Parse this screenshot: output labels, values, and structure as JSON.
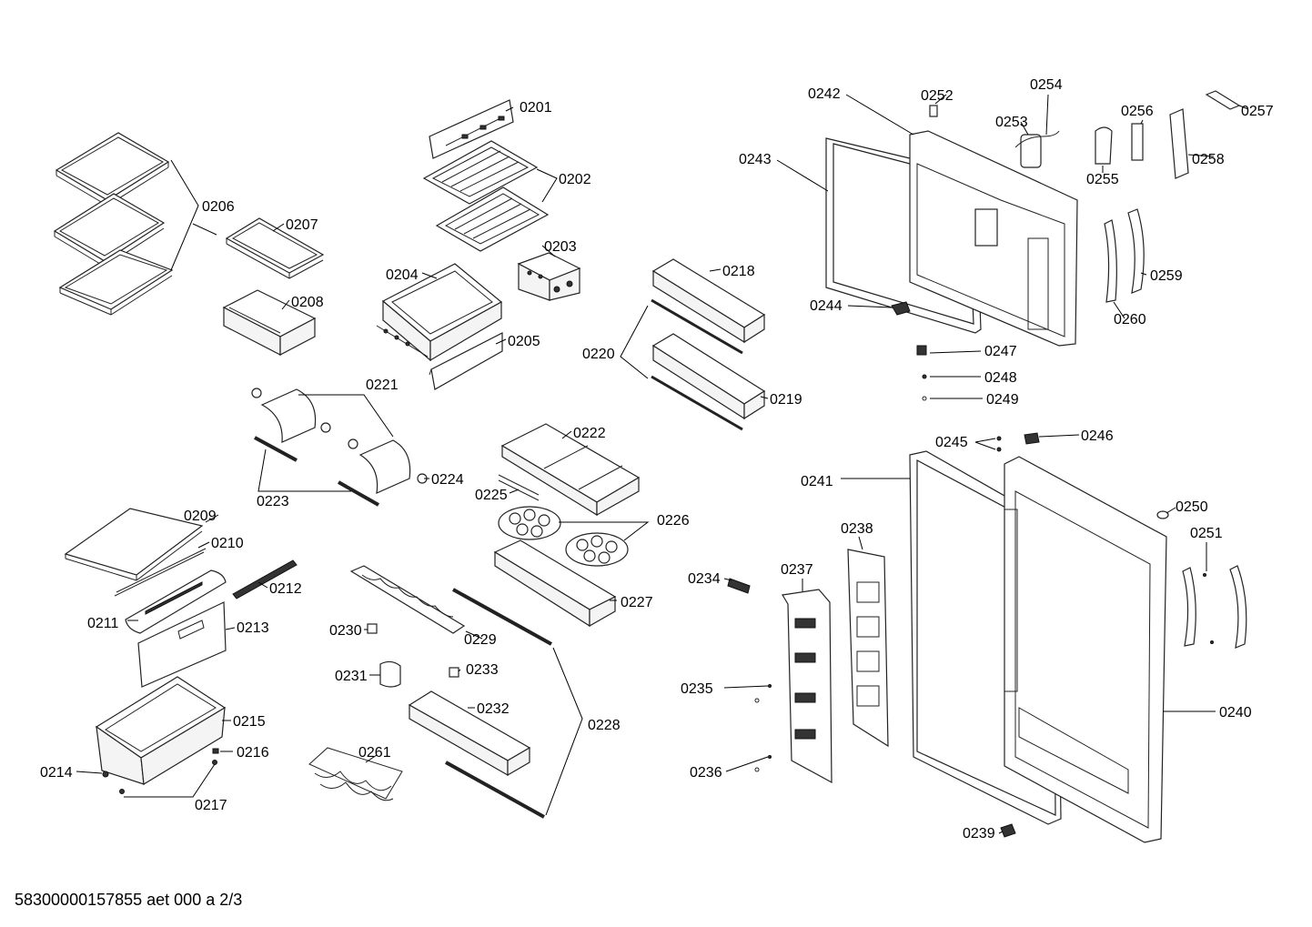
{
  "parts": [
    {
      "id": "0201",
      "label": "0201"
    },
    {
      "id": "0202",
      "label": "0202"
    },
    {
      "id": "0203",
      "label": "0203"
    },
    {
      "id": "0204",
      "label": "0204"
    },
    {
      "id": "0205",
      "label": "0205"
    },
    {
      "id": "0206",
      "label": "0206"
    },
    {
      "id": "0207",
      "label": "0207"
    },
    {
      "id": "0208",
      "label": "0208"
    },
    {
      "id": "0209",
      "label": "0209"
    },
    {
      "id": "0210",
      "label": "0210"
    },
    {
      "id": "0211",
      "label": "0211"
    },
    {
      "id": "0212",
      "label": "0212"
    },
    {
      "id": "0213",
      "label": "0213"
    },
    {
      "id": "0214",
      "label": "0214"
    },
    {
      "id": "0215",
      "label": "0215"
    },
    {
      "id": "0216",
      "label": "0216"
    },
    {
      "id": "0217",
      "label": "0217"
    },
    {
      "id": "0218",
      "label": "0218"
    },
    {
      "id": "0219",
      "label": "0219"
    },
    {
      "id": "0220",
      "label": "0220"
    },
    {
      "id": "0221",
      "label": "0221"
    },
    {
      "id": "0222",
      "label": "0222"
    },
    {
      "id": "0223",
      "label": "0223"
    },
    {
      "id": "0224",
      "label": "0224"
    },
    {
      "id": "0225",
      "label": "0225"
    },
    {
      "id": "0226",
      "label": "0226"
    },
    {
      "id": "0227",
      "label": "0227"
    },
    {
      "id": "0228",
      "label": "0228"
    },
    {
      "id": "0229",
      "label": "0229"
    },
    {
      "id": "0230",
      "label": "0230"
    },
    {
      "id": "0231",
      "label": "0231"
    },
    {
      "id": "0232",
      "label": "0232"
    },
    {
      "id": "0233",
      "label": "0233"
    },
    {
      "id": "0234",
      "label": "0234"
    },
    {
      "id": "0235",
      "label": "0235"
    },
    {
      "id": "0236",
      "label": "0236"
    },
    {
      "id": "0237",
      "label": "0237"
    },
    {
      "id": "0238",
      "label": "0238"
    },
    {
      "id": "0239",
      "label": "0239"
    },
    {
      "id": "0240",
      "label": "0240"
    },
    {
      "id": "0241",
      "label": "0241"
    },
    {
      "id": "0242",
      "label": "0242"
    },
    {
      "id": "0243",
      "label": "0243"
    },
    {
      "id": "0244",
      "label": "0244"
    },
    {
      "id": "0245",
      "label": "0245"
    },
    {
      "id": "0246",
      "label": "0246"
    },
    {
      "id": "0247",
      "label": "0247"
    },
    {
      "id": "0248",
      "label": "0248"
    },
    {
      "id": "0249",
      "label": "0249"
    },
    {
      "id": "0250",
      "label": "0250"
    },
    {
      "id": "0251",
      "label": "0251"
    },
    {
      "id": "0252",
      "label": "0252"
    },
    {
      "id": "0253",
      "label": "0253"
    },
    {
      "id": "0254",
      "label": "0254"
    },
    {
      "id": "0255",
      "label": "0255"
    },
    {
      "id": "0256",
      "label": "0256"
    },
    {
      "id": "0257",
      "label": "0257"
    },
    {
      "id": "0258",
      "label": "0258"
    },
    {
      "id": "0259",
      "label": "0259"
    },
    {
      "id": "0260",
      "label": "0260"
    },
    {
      "id": "0261",
      "label": "0261"
    }
  ],
  "footer": {
    "text": "58300000157855 aet 000 a 2/3"
  }
}
